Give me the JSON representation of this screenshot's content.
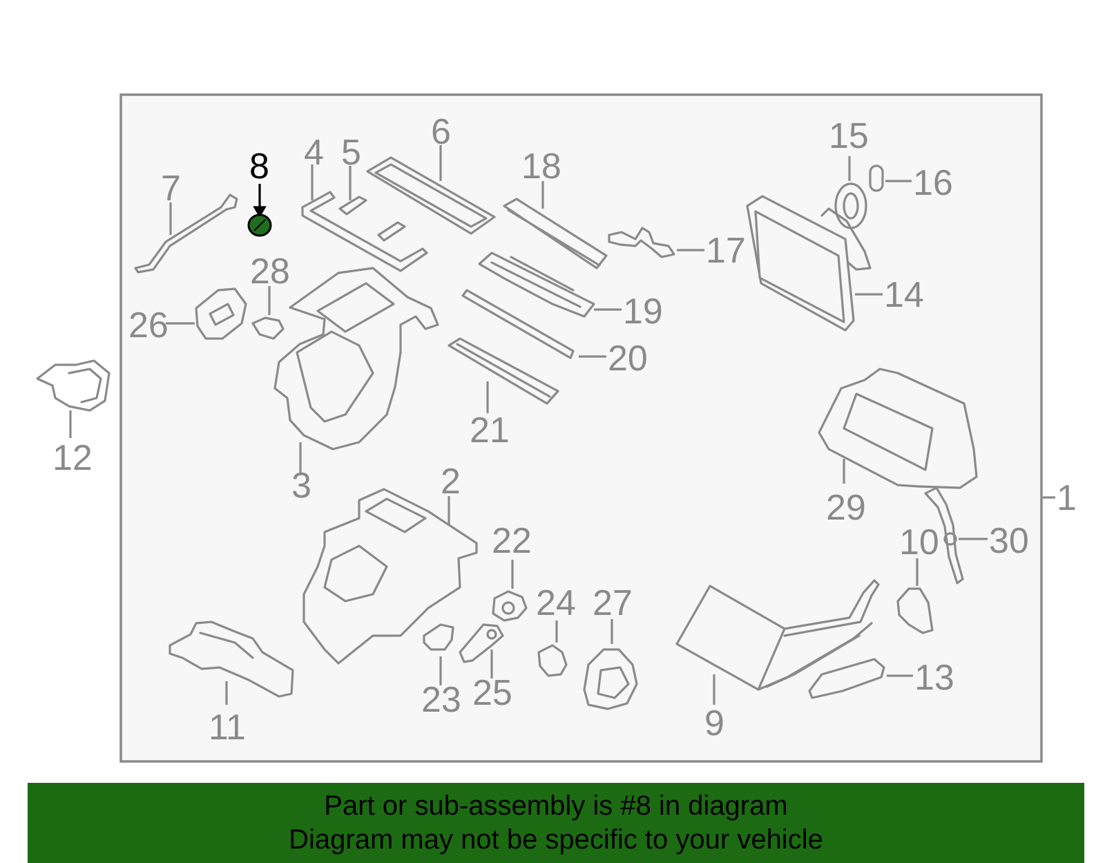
{
  "diagram": {
    "highlight_part": "8",
    "colors": {
      "line": "#8a8a8a",
      "frame_fill": "#f7f7f7",
      "highlight_fill": "#1f6e1f",
      "banner": "#1c6b12"
    },
    "labels": [
      "1",
      "2",
      "3",
      "4",
      "5",
      "6",
      "7",
      "8",
      "9",
      "10",
      "11",
      "12",
      "13",
      "14",
      "15",
      "16",
      "17",
      "18",
      "19",
      "20",
      "21",
      "22",
      "23",
      "24",
      "25",
      "26",
      "27",
      "28",
      "29",
      "30"
    ]
  },
  "banner": {
    "line1": "Part or sub-assembly is #8 in diagram",
    "line2": "Diagram may not be specific to your vehicle"
  }
}
